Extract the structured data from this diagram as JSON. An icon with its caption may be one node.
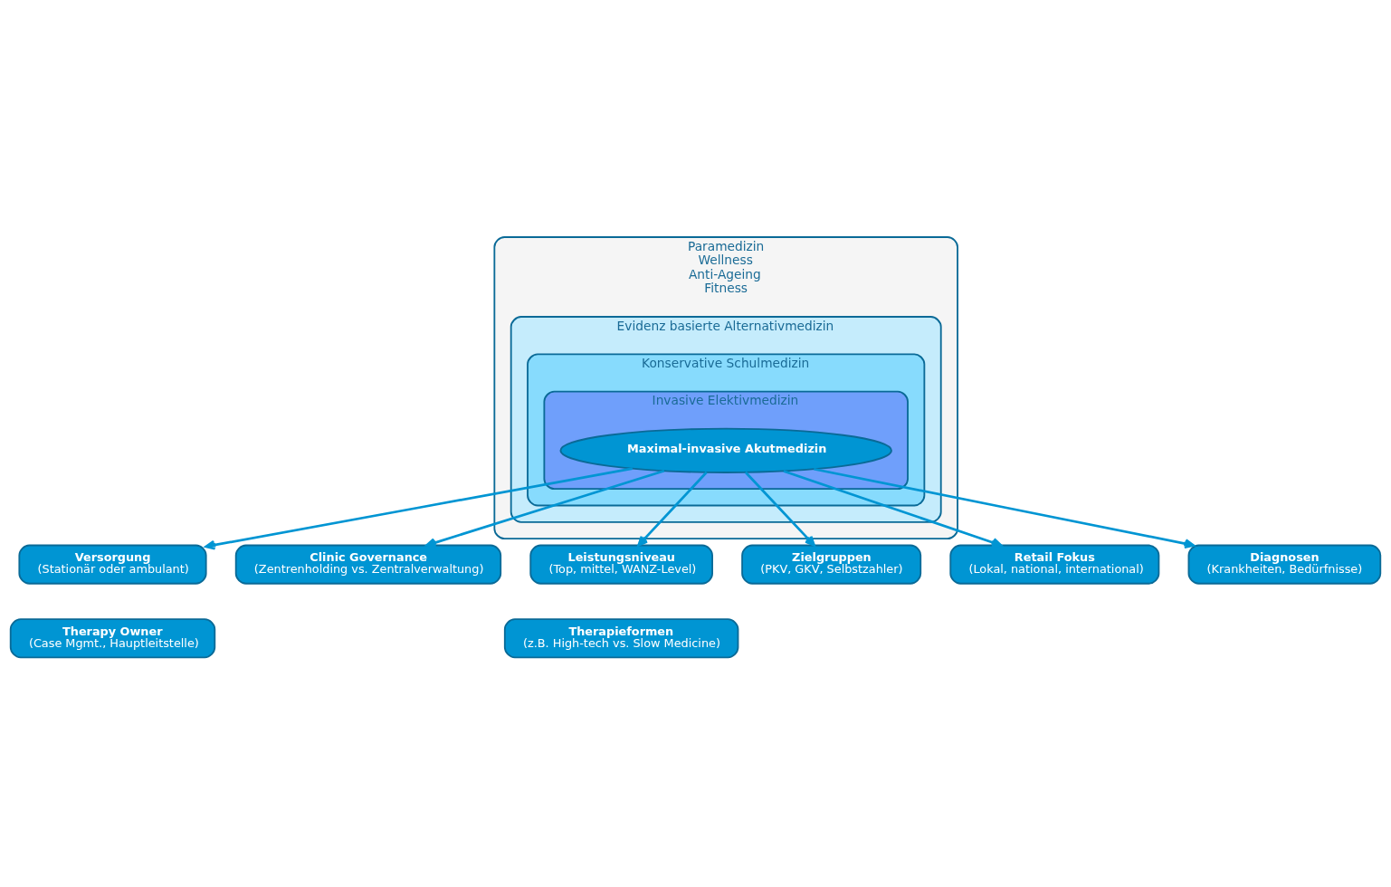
{
  "diagram": {
    "nodes": [
      {
        "text": [
          "Paramedizin",
          "Wellness",
          "Anti-Ageing",
          "Fitness"
        ]
      },
      {
        "text": [
          "Evidenz basierte Alternativmedizin"
        ],
        "in": 0
      },
      {
        "text": [
          "Konservative Schulmedizin"
        ],
        "in": 1
      },
      {
        "text": [
          "Invasive Elektivmedizin"
        ],
        "in": 2
      },
      {
        "text": [
          "Maximal-invasive Akutmedizin"
        ],
        "in": 3
      },
      {
        "text": [
          "Versorgung",
          "(Stationär oder ambulant)"
        ]
      },
      {
        "text": [
          "Clinic Governance",
          "(Zentrenholding vs. Zentralverwaltung)"
        ]
      },
      {
        "text": [
          "Leistungsniveau",
          "(Top, mittel, WANZ-Level)"
        ]
      },
      {
        "text": [
          "Therapy Owner",
          "(Case Mgmt., Hauptleitstelle)"
        ]
      },
      {
        "text": [
          "Therapieformen",
          "(z.B. High-tech vs. Slow Medicine)"
        ]
      },
      {
        "text": [
          "Zielgruppen",
          "(PKV, GKV, Selbstzahler)"
        ]
      },
      {
        "text": [
          "Retail Fokus",
          "(Lokal, national, international)"
        ]
      },
      {
        "text": [
          "Diagnosen",
          "(Krankheiten, Bedürfnisse)"
        ]
      }
    ],
    "edges": [
      {
        "from": 4,
        "to": 5,
        "arrow": "to"
      },
      {
        "from": 4,
        "to": 6,
        "arrow": "to"
      },
      {
        "from": 4,
        "to": 7,
        "arrow": "to"
      },
      {
        "from": 4,
        "to": 10,
        "arrow": "to"
      },
      {
        "from": 4,
        "to": 11,
        "arrow": "to"
      },
      {
        "from": 4,
        "to": 12,
        "arrow": "to"
      }
    ]
  }
}
